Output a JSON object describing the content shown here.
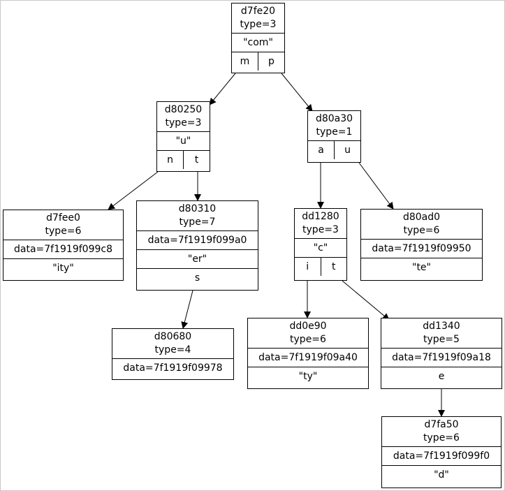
{
  "nodes": {
    "root": {
      "id": "d7fe20",
      "type": "type=3",
      "key": "\"com\"",
      "children": [
        "m",
        "p"
      ]
    },
    "n80250": {
      "id": "d80250",
      "type": "type=3",
      "key": "\"u\"",
      "children": [
        "n",
        "t"
      ]
    },
    "n80a30": {
      "id": "d80a30",
      "type": "type=1",
      "children": [
        "a",
        "u"
      ]
    },
    "n7fee0": {
      "id": "d7fee0",
      "type": "type=6",
      "data": "data=7f1919f099c8",
      "key": "\"ity\""
    },
    "n80310": {
      "id": "d80310",
      "type": "type=7",
      "data": "data=7f1919f099a0",
      "key": "\"er\"",
      "child": "s"
    },
    "nd1280": {
      "id": "dd1280",
      "type": "type=3",
      "key": "\"c\"",
      "children": [
        "i",
        "t"
      ]
    },
    "n80ad0": {
      "id": "d80ad0",
      "type": "type=6",
      "data": "data=7f1919f09950",
      "key": "\"te\""
    },
    "n80680": {
      "id": "d80680",
      "type": "type=4",
      "data": "data=7f1919f09978"
    },
    "nd0e90": {
      "id": "dd0e90",
      "type": "type=6",
      "data": "data=7f1919f09a40",
      "key": "\"ty\""
    },
    "nd1340": {
      "id": "dd1340",
      "type": "type=5",
      "data": "data=7f1919f09a18",
      "child": "e"
    },
    "n7fa50": {
      "id": "d7fa50",
      "type": "type=6",
      "data": "data=7f1919f099f0",
      "key": "\"d\""
    }
  },
  "edges": [
    [
      "root",
      "n80250"
    ],
    [
      "root",
      "n80a30"
    ],
    [
      "n80250",
      "n7fee0"
    ],
    [
      "n80250",
      "n80310"
    ],
    [
      "n80310",
      "n80680"
    ],
    [
      "n80a30",
      "nd1280"
    ],
    [
      "n80a30",
      "n80ad0"
    ],
    [
      "nd1280",
      "nd0e90"
    ],
    [
      "nd1280",
      "nd1340"
    ],
    [
      "nd1340",
      "n7fa50"
    ]
  ]
}
